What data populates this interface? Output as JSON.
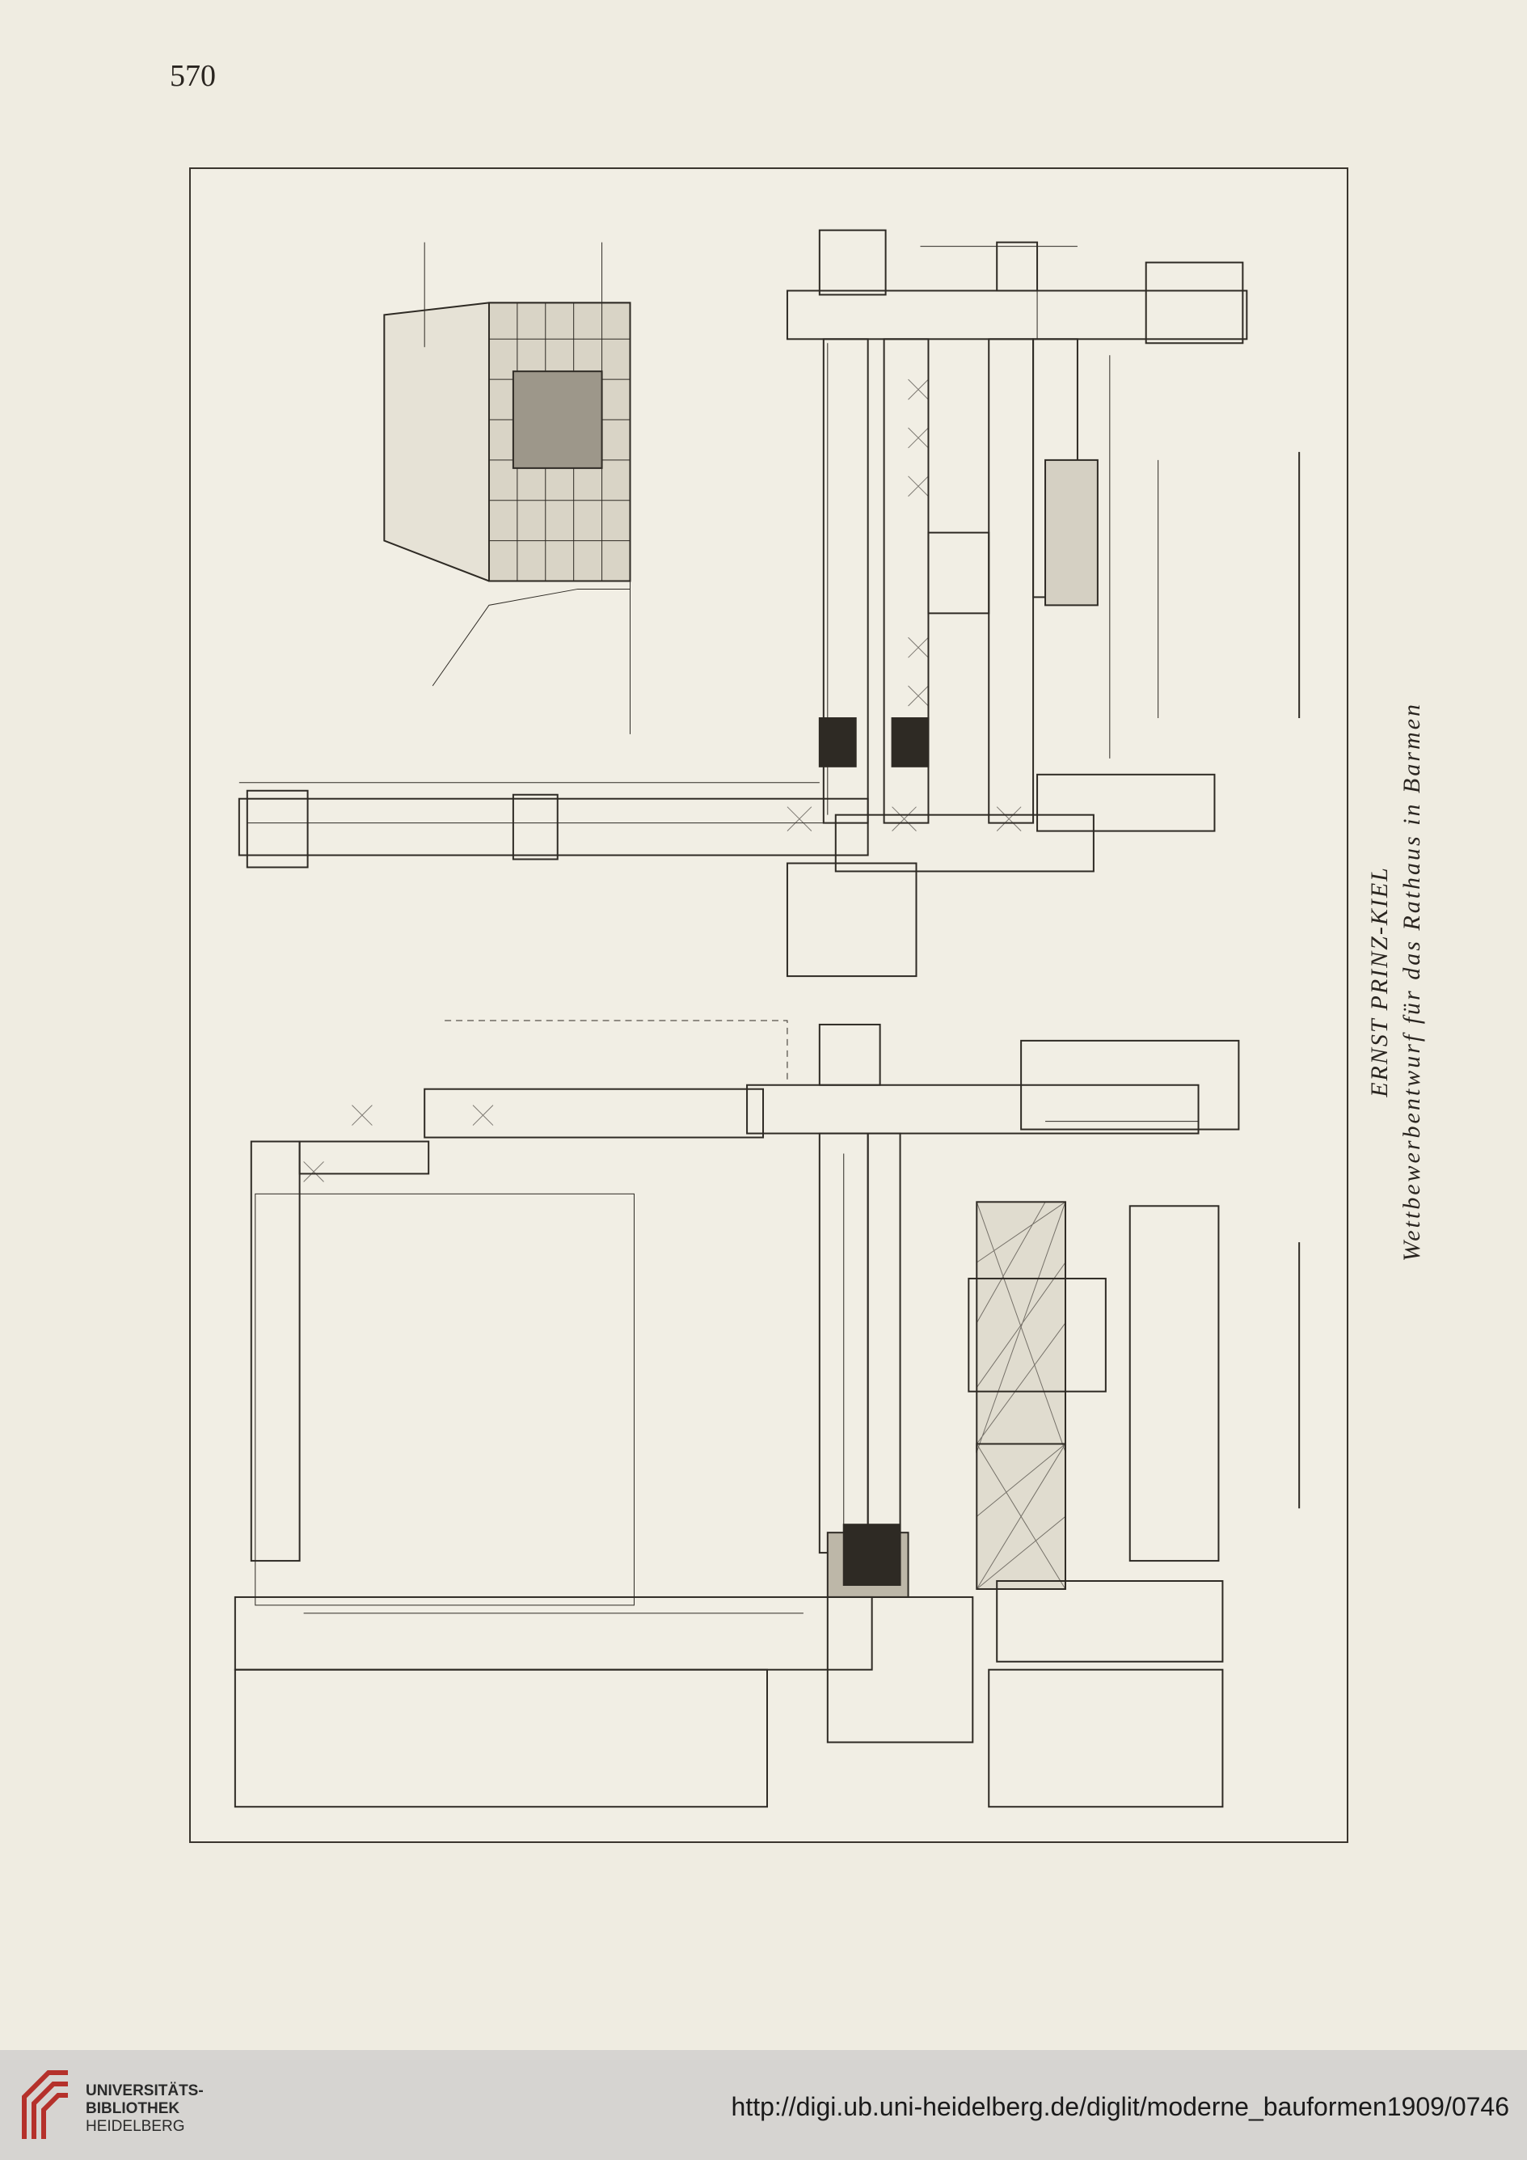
{
  "page_number": "570",
  "caption": {
    "line1": "ERNST PRINZ-KIEL",
    "line2": "Wettbewerbentwurf für das Rathaus in Barmen"
  },
  "footer": {
    "library_line1": "UNIVERSITÄTS-",
    "library_line2": "BIBLIOTHEK",
    "library_line3": "HEIDELBERG",
    "url": "http://digi.ub.uni-heidelberg.de/diglit/moderne_bauformen1909/0746"
  },
  "colors": {
    "paper": "#efece1",
    "ink": "#2a2520",
    "footer_bg": "#d6d4d1",
    "logo_red": "#b5312b"
  }
}
